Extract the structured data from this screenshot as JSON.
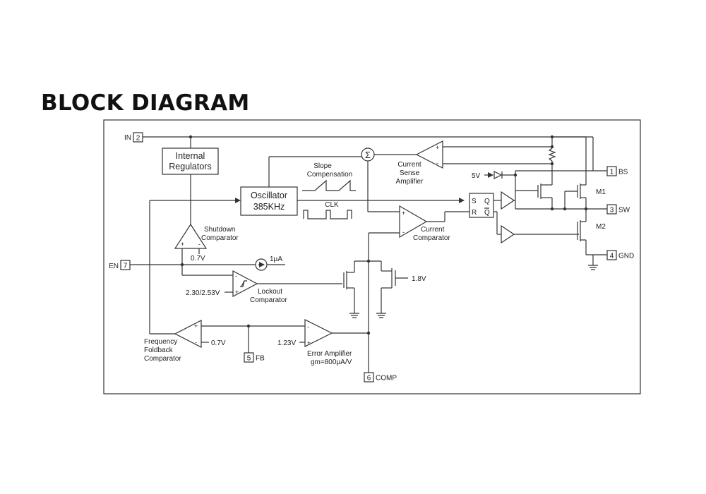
{
  "title": "BLOCK DIAGRAM",
  "pins": {
    "in": {
      "name": "IN",
      "number": "2"
    },
    "bs": {
      "name": "BS",
      "number": "1"
    },
    "sw": {
      "name": "SW",
      "number": "3"
    },
    "gnd": {
      "name": "GND",
      "number": "4"
    },
    "en": {
      "name": "EN",
      "number": "7"
    },
    "fb": {
      "name": "FB",
      "number": "5"
    },
    "comp": {
      "name": "COMP",
      "number": "6"
    }
  },
  "blocks": {
    "internal_regulators": [
      "Internal",
      "Regulators"
    ],
    "oscillator": [
      "Oscillator",
      "385KHz"
    ],
    "slope_compensation": [
      "Slope",
      "Compensation"
    ],
    "clk": "CLK",
    "summer": "Σ",
    "current_sense_amplifier": [
      "Current",
      "Sense",
      "Amplifier"
    ],
    "current_comparator": [
      "Current",
      "Comparator"
    ],
    "shutdown_comparator": [
      "Shutdown",
      "Comparator"
    ],
    "lockout_comparator": [
      "Lockout",
      "Comparator"
    ],
    "frequency_foldback_comparator": [
      "Frequency",
      "Foldback",
      "Comparator"
    ],
    "error_amplifier": [
      "Error Amplifier",
      "gm=800μA/V"
    ],
    "latch": {
      "s": "S",
      "r": "R",
      "q": "Q",
      "qbar": "Q"
    }
  },
  "labels": {
    "five_v": "5V",
    "m1": "M1",
    "m2": "M2",
    "shutdown_ref": "0.7V",
    "current_source": "1μA",
    "lockout_ref": "2.30/2.53V",
    "clamp_ref": "1.8V",
    "foldback_ref": "0.7V",
    "error_ref": "1.23V",
    "plus": "+",
    "minus": "-"
  }
}
